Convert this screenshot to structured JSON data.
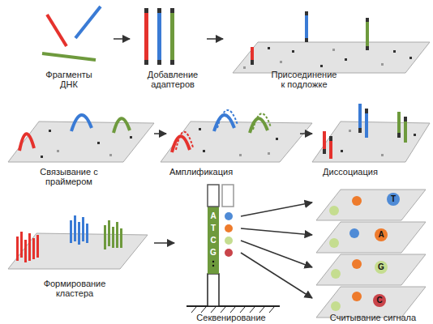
{
  "diagram": {
    "nodes": [
      {
        "text": [
          "Фрагменты ДНК"
        ]
      },
      {
        "text": [
          "Добавление адаптеров"
        ]
      },
      {
        "text": [
          "Присоединение к подложке"
        ]
      },
      {
        "text": [
          "Связывание с праймером"
        ]
      },
      {
        "text": [
          "Амплификация"
        ]
      },
      {
        "text": [
          "Диссоциация"
        ]
      },
      {
        "text": [
          "Формирование кластера"
        ]
      },
      {
        "text": [
          "Секвенирование"
        ]
      },
      {
        "text": [
          "Считывание сигнала"
        ]
      }
    ],
    "edges": [
      {
        "from": 0,
        "to": 1,
        "arrow": "to"
      },
      {
        "from": 1,
        "to": 2,
        "arrow": "to"
      },
      {
        "from": 3,
        "to": 4,
        "arrow": "to"
      },
      {
        "from": 4,
        "to": 5,
        "arrow": "to"
      },
      {
        "from": 6,
        "to": 7,
        "arrow": "to"
      },
      {
        "from": 7,
        "to": 8,
        "arrow": "to"
      },
      {
        "from": 7,
        "to": 8,
        "arrow": "to"
      },
      {
        "from": 7,
        "to": 8,
        "arrow": "to"
      },
      {
        "from": 7,
        "to": 8,
        "arrow": "to"
      }
    ],
    "labels": [
      "A",
      "T",
      "C",
      "G",
      "T",
      "A",
      "G",
      "C"
    ]
  }
}
